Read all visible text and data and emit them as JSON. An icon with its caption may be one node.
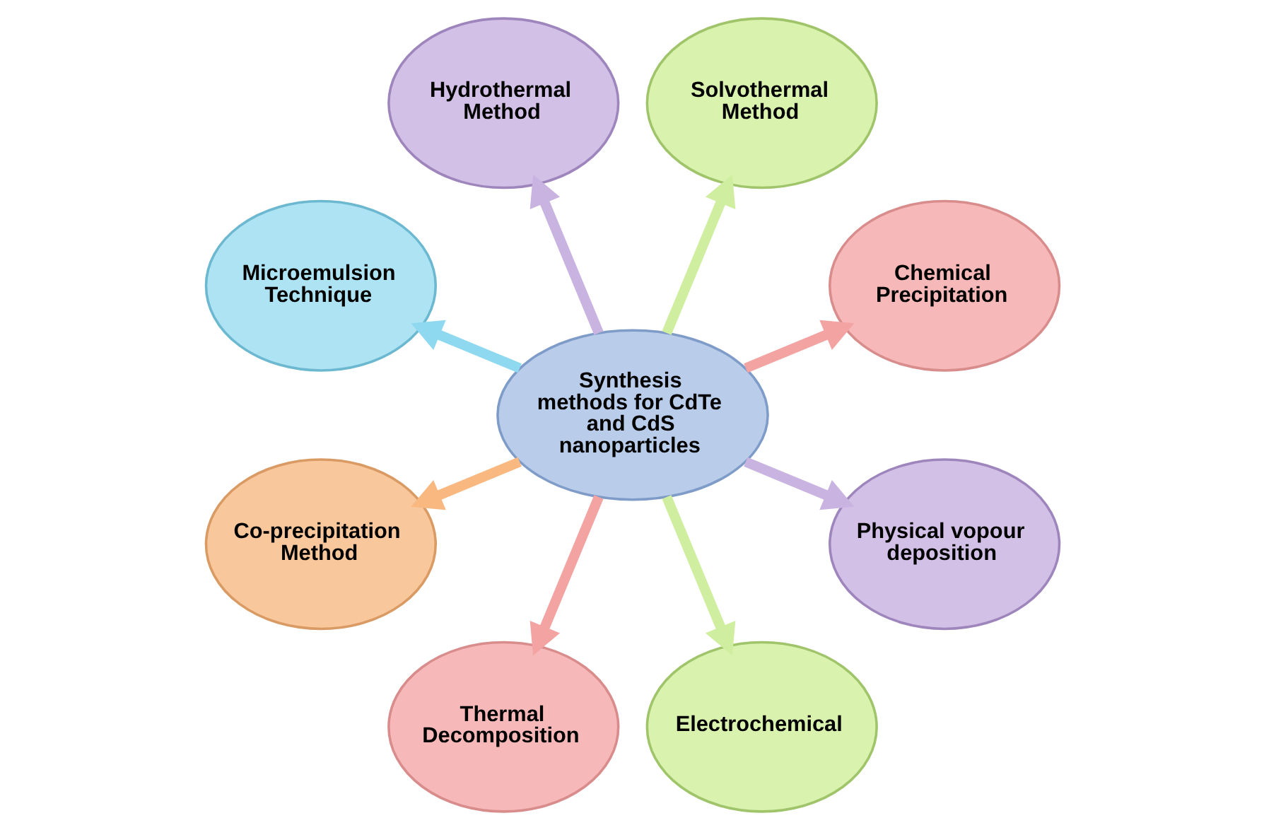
{
  "diagram": {
    "nodes": [
      {
        "text": [
          "Synthesis methods for CdTe and CdS nanoparticles"
        ]
      },
      {
        "text": [
          "Chemical Precipitation"
        ]
      },
      {
        "text": [
          "Solvothermal Method"
        ]
      },
      {
        "text": [
          "Hydrothermal Method"
        ]
      },
      {
        "text": [
          "Microemulsion Technique"
        ]
      },
      {
        "text": [
          "Co-precipitation Method"
        ]
      },
      {
        "text": [
          "Thermal Decomposition"
        ]
      },
      {
        "text": [
          "Electrochemical"
        ]
      },
      {
        "text": [
          "Physical vopour deposition"
        ]
      }
    ],
    "edges": [
      {
        "from": 0,
        "to": 1,
        "arrow": "to",
        "color": "#f4a3a3"
      },
      {
        "from": 0,
        "to": 2,
        "arrow": "to",
        "color": "#cfeea0"
      },
      {
        "from": 0,
        "to": 3,
        "arrow": "to",
        "color": "#c9b3e0"
      },
      {
        "from": 0,
        "to": 4,
        "arrow": "to",
        "color": "#8ed8f0"
      },
      {
        "from": 0,
        "to": 5,
        "arrow": "to",
        "color": "#f8b880"
      },
      {
        "from": 0,
        "to": 6,
        "arrow": "to",
        "color": "#f4a3a3"
      },
      {
        "from": 0,
        "to": 7,
        "arrow": "to",
        "color": "#cfeea0"
      },
      {
        "from": 0,
        "to": 8,
        "arrow": "to",
        "color": "#c9b3e0"
      }
    ]
  }
}
